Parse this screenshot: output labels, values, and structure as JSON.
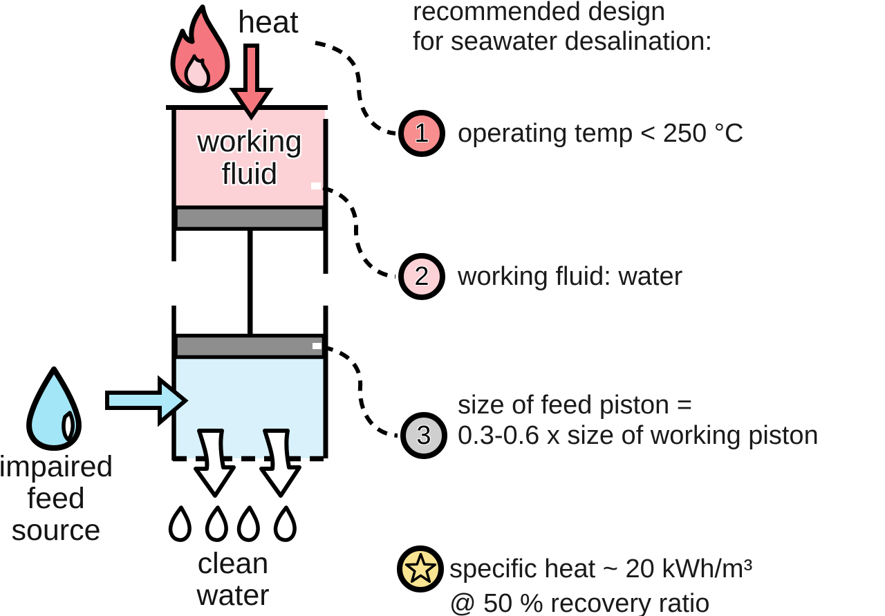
{
  "diagram": {
    "heat_label": "heat",
    "working_fluid_label": "working\nfluid",
    "impaired_feed_label": "impaired\nfeed\nsource",
    "clean_water_label": "clean\nwater",
    "icons": {
      "flame": "flame-icon",
      "feed_droplet": "water-droplet-icon",
      "clean_droplets": "small-droplet-icon",
      "heat_arrow": "heat-down-arrow",
      "feed_arrow": "feed-right-arrow",
      "outflow_arrows": "clean-water-down-arrows"
    }
  },
  "annotations": {
    "title": "recommended design\nfor seawater desalination:",
    "items": [
      {
        "marker": "1",
        "marker_color": "#f88e8e",
        "text": "operating temp < 250 °C"
      },
      {
        "marker": "2",
        "marker_color": "#fcd2d7",
        "text": "working fluid: water"
      },
      {
        "marker": "3",
        "marker_color": "#cfcfcf",
        "text": "size of feed piston =\n0.3-0.6 x size of working piston"
      },
      {
        "marker": "☆",
        "marker_icon": "star-icon",
        "marker_color": "#f8e491",
        "text": "specific heat ~ 20 kWh/m³\n@ 50 % recovery ratio"
      }
    ]
  },
  "colors": {
    "background": "#ffffff",
    "outline": "#000000",
    "flame": "#f5767e",
    "flame_inner": "#fad2d7",
    "heat_arrow": "#f5777d",
    "working_fluid_chamber": "#fcd2d7",
    "piston_gray": "#8e8e8e",
    "feed_chamber": "#d8f1fb",
    "feed_arrow": "#ade9f8",
    "feed_droplet": "#a3e6f7",
    "star_yellow": "#f8e491",
    "text": "#1a1a1a"
  }
}
